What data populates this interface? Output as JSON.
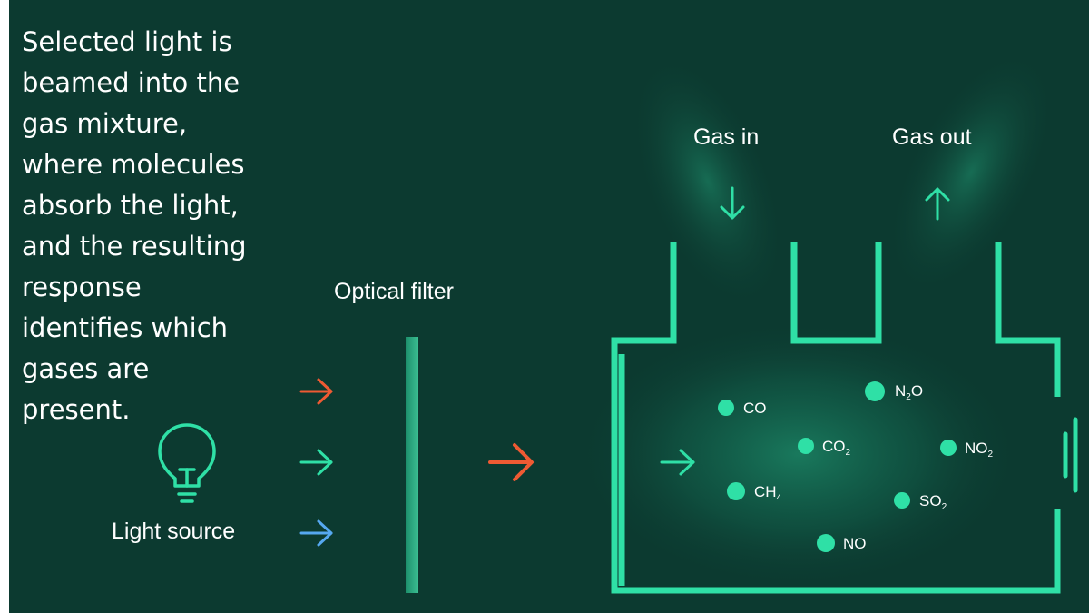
{
  "description_lines": [
    "Selected  light is",
    "beamed into the",
    "gas mixture,",
    "where molecules",
    "absorb the light,",
    "and the resulting",
    "response",
    "identifies  which",
    "gases are",
    "present."
  ],
  "labels": {
    "light_source": "Light source",
    "optical_filter": "Optical filter",
    "gas_in": "Gas in",
    "gas_out": "Gas out"
  },
  "molecules": [
    {
      "id": "co",
      "base": "CO",
      "sub": ""
    },
    {
      "id": "n2o",
      "base": "N",
      "sub": "2",
      "tail": "O"
    },
    {
      "id": "co2",
      "base": "CO",
      "sub": "2"
    },
    {
      "id": "no2",
      "base": "NO",
      "sub": "2"
    },
    {
      "id": "ch4",
      "base": "CH",
      "sub": "4"
    },
    {
      "id": "so2",
      "base": "SO",
      "sub": "2"
    },
    {
      "id": "no",
      "base": "NO",
      "sub": ""
    }
  ],
  "icons": {
    "bulb": "lightbulb-icon",
    "input_arrows": [
      "arrow-right-icon",
      "arrow-right-icon",
      "arrow-right-icon"
    ],
    "filtered_arrow": "arrow-right-icon",
    "chamber_arrow": "arrow-right-icon",
    "gas_in_arrow": "arrow-down-icon",
    "gas_out_arrow": "arrow-up-icon",
    "detector": "detector-icon"
  },
  "colors": {
    "background": "#0c3a30",
    "accent_green": "#2fe0a6",
    "arrow_red": "#ef5a33",
    "arrow_blue": "#56a8f0",
    "text": "#ffffff"
  }
}
